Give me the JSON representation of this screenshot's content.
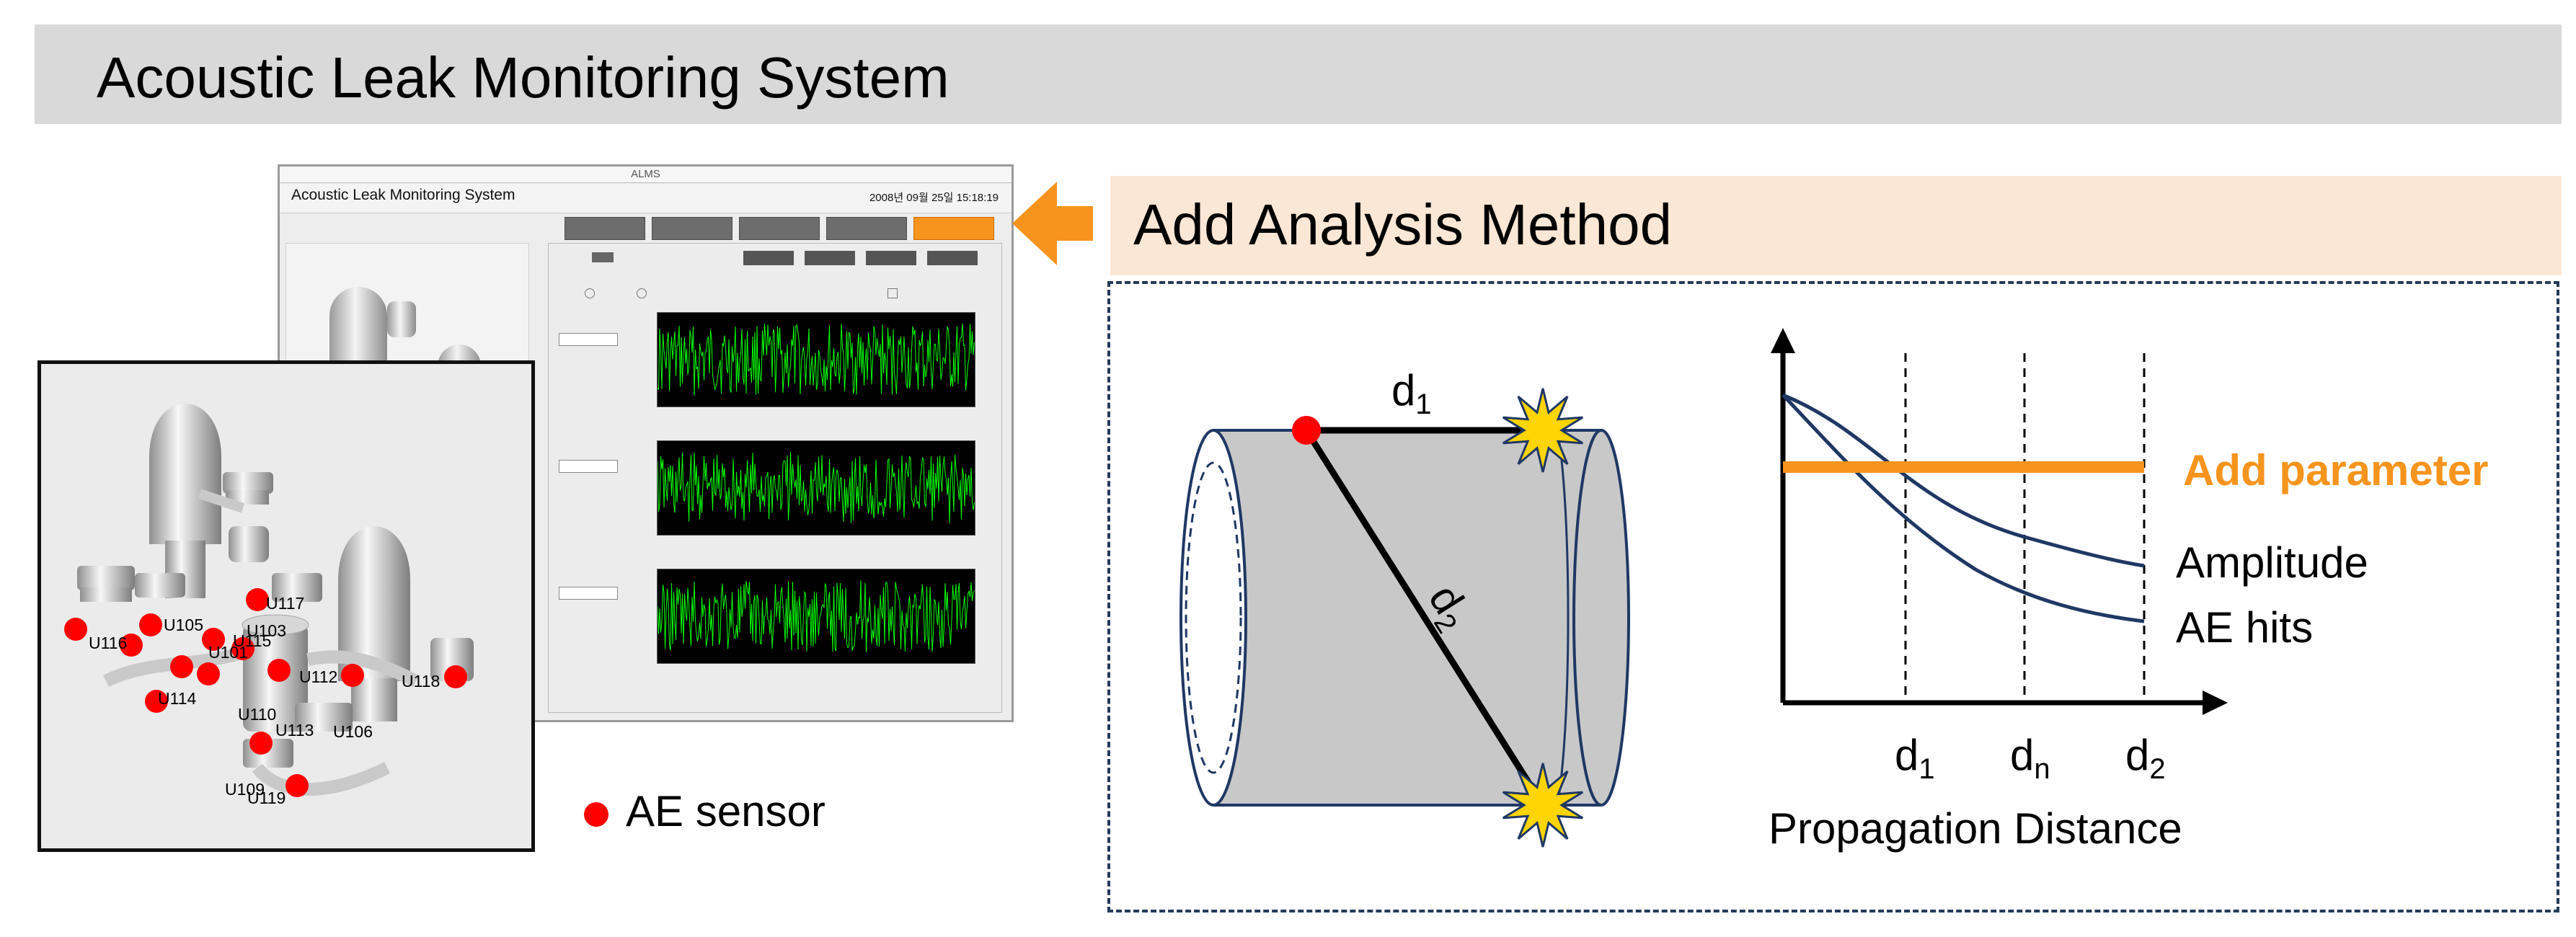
{
  "header": {
    "title": "Acoustic Leak Monitoring System"
  },
  "app_window": {
    "window_title": "ALMS",
    "app_name": "Acoustic Leak Monitoring System",
    "datetime": "2008년 09월 25일 15:18:19",
    "buttons": [
      "",
      "",
      "",
      "",
      ""
    ],
    "active_button_index": 4
  },
  "inset_labels": [
    "U117",
    "U105",
    "U116",
    "U103",
    "U115",
    "U101",
    "U114",
    "U112",
    "U118",
    "U110",
    "U106",
    "U113",
    "U109",
    "U119"
  ],
  "legend": {
    "label": "AE sensor",
    "color": "#ff0000"
  },
  "method": {
    "title": "Add Analysis Method"
  },
  "pipe": {
    "label_d1": "d",
    "sub_d1": "1",
    "label_d2": "d",
    "sub_d2": "2"
  },
  "plot": {
    "x_ticks": [
      {
        "main": "d",
        "sub": "1"
      },
      {
        "main": "d",
        "sub": "n"
      },
      {
        "main": "d",
        "sub": "2"
      }
    ],
    "x_label": "Propagation Distance",
    "parameter_label": "Add parameter",
    "series": [
      "Amplitude",
      "AE hits"
    ]
  },
  "colors": {
    "accent_orange": "#f7941d",
    "line_navy": "#1f3864",
    "sensor_red": "#ff0000",
    "leak_yellow": "#ffd400"
  }
}
